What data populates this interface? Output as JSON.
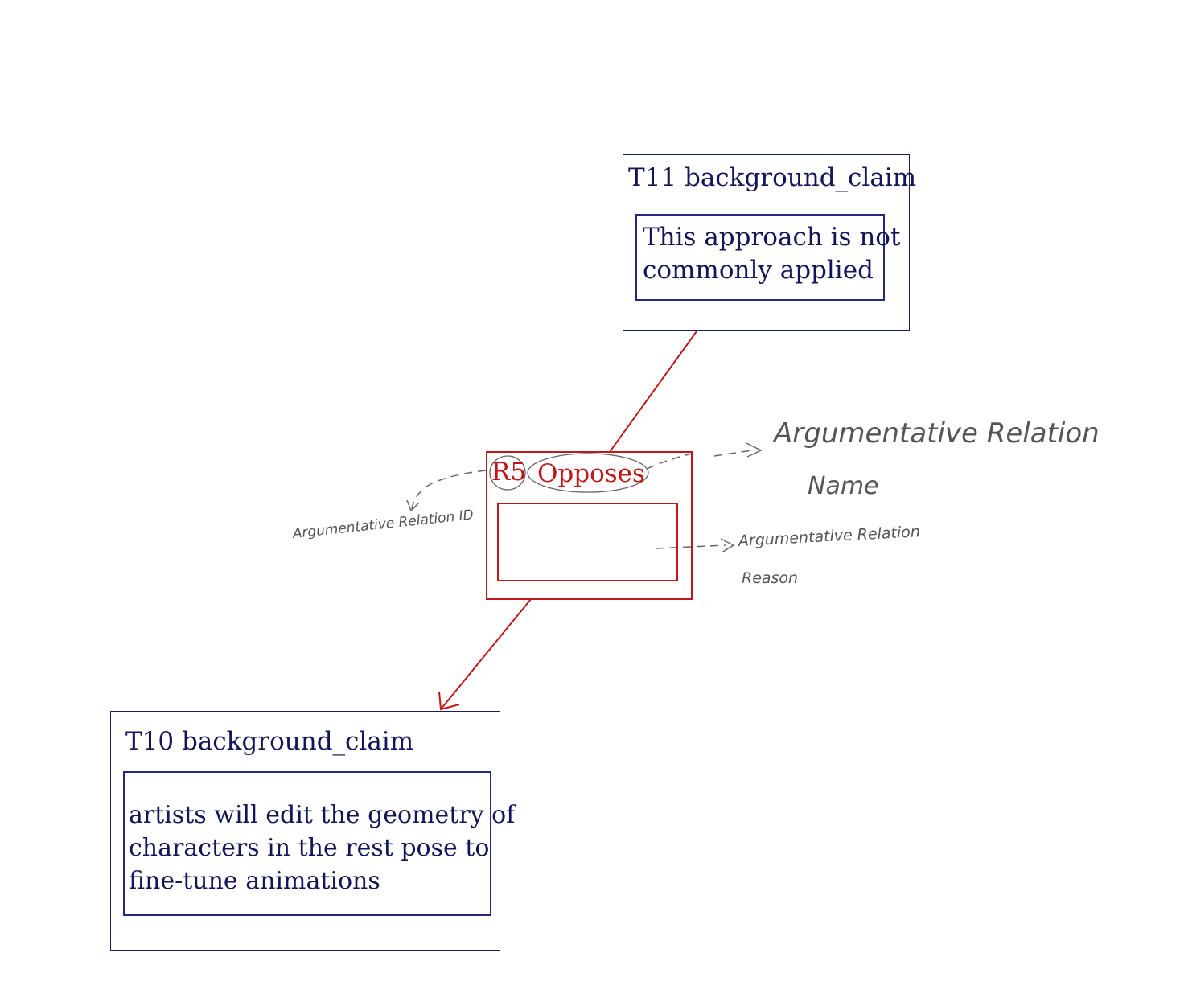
{
  "nodes": {
    "t11": {
      "title": "T11 background_claim",
      "text_line1": "This approach is not",
      "text_line2": "commonly applied"
    },
    "t10": {
      "title": "T10 background_claim",
      "text_line1": "artists will edit the geometry of",
      "text_line2": "characters in the rest pose to",
      "text_line3": "fine-tune animations"
    }
  },
  "relation": {
    "id": "R5",
    "name": "Opposes",
    "reason": ""
  },
  "annotations": {
    "relation_name_line1": "Argumentative Relation",
    "relation_name_line2": "Name",
    "relation_id": "Argumentative Relation ID",
    "relation_reason_line1": "Argumentative Relation",
    "relation_reason_line2": "Reason"
  },
  "colors": {
    "node_border": "#1c1c5a",
    "node_text": "#14145a",
    "relation": "#c01818",
    "annotation": "#555555"
  }
}
